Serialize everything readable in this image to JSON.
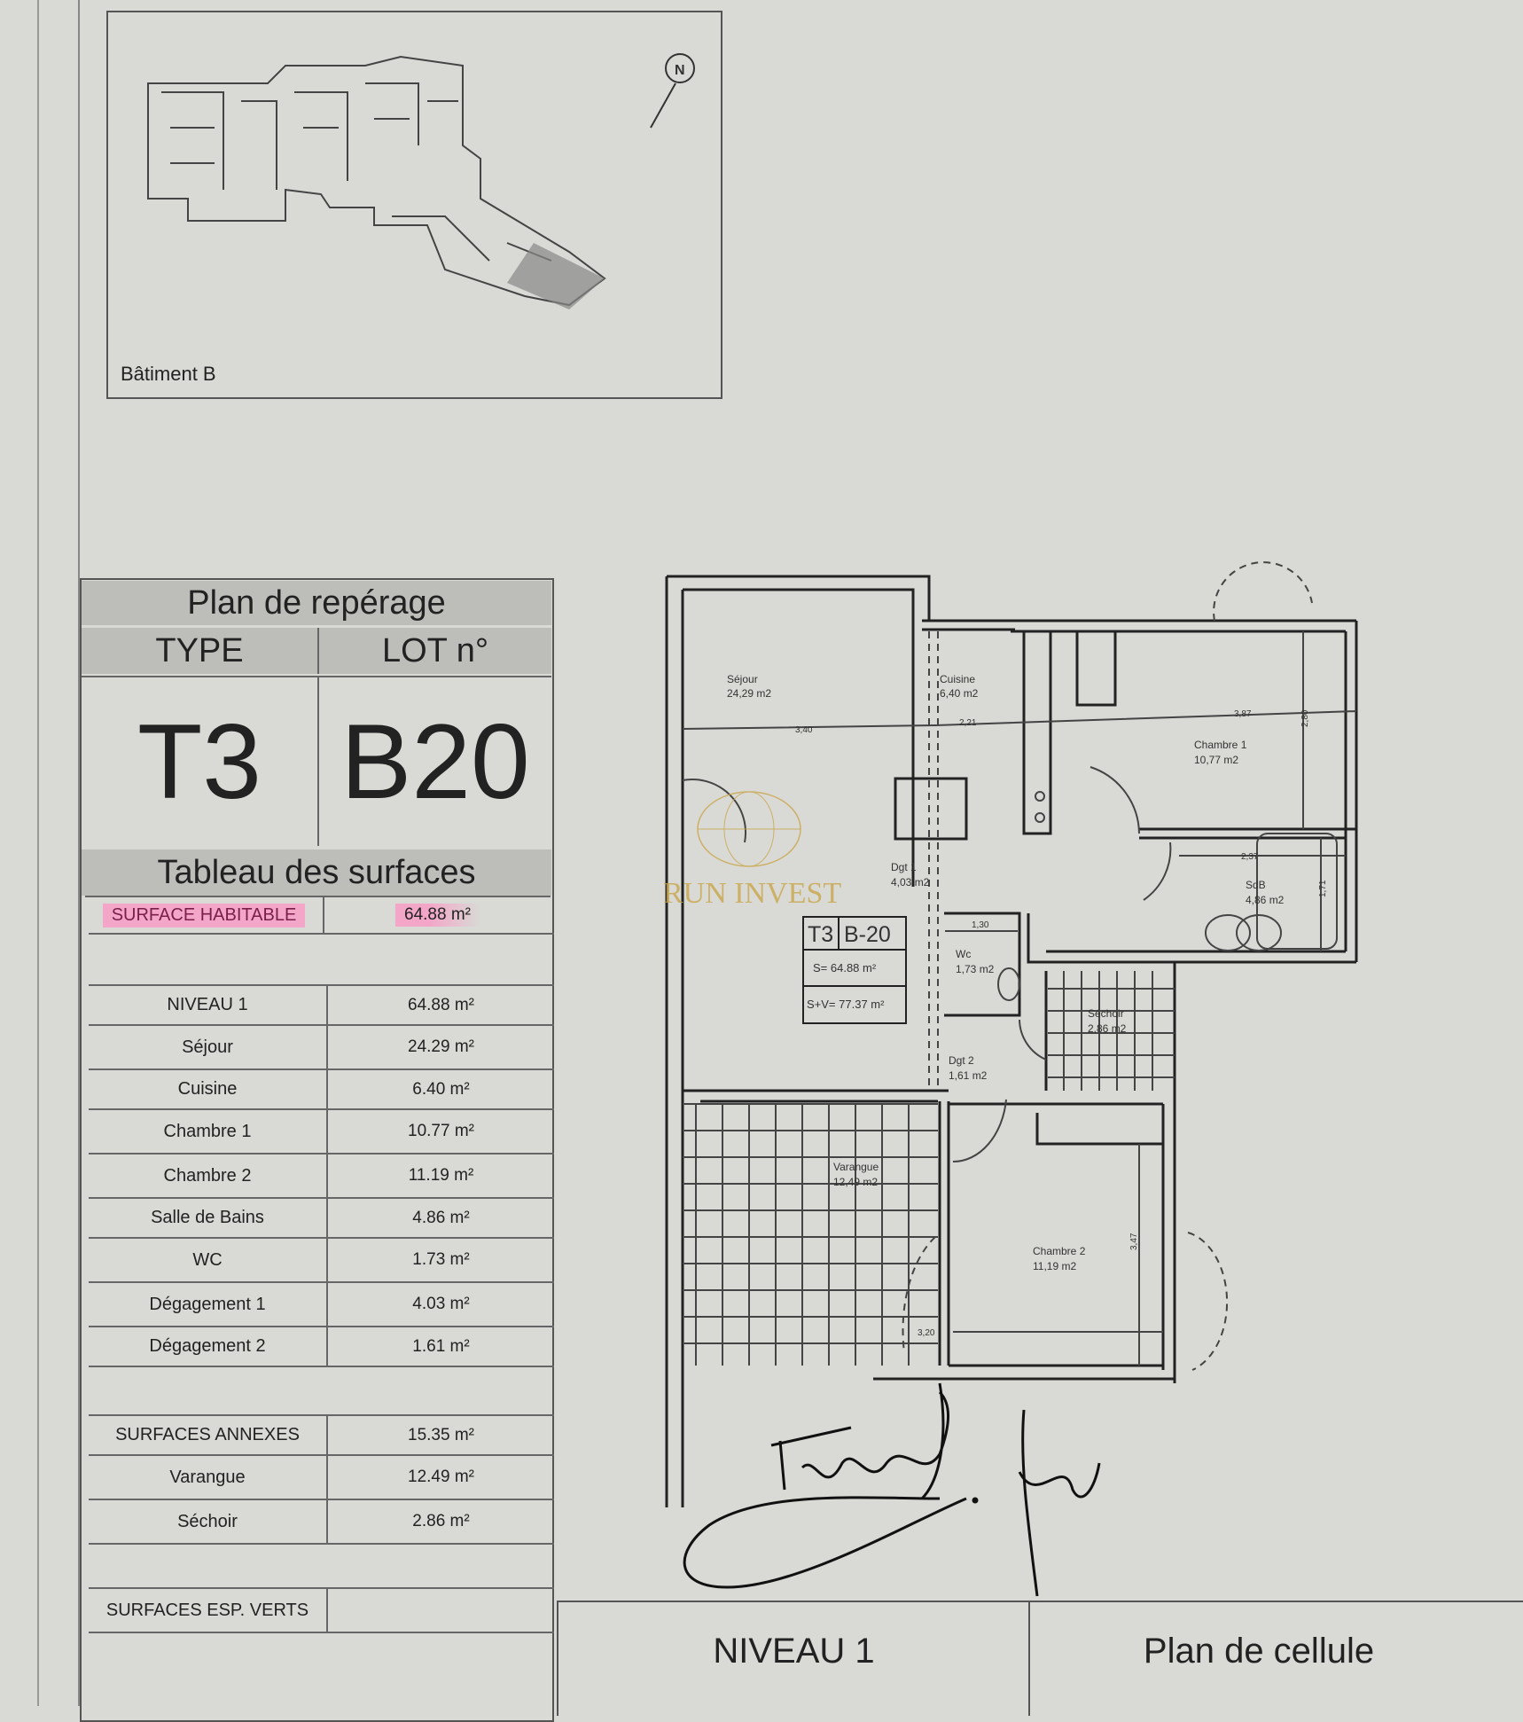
{
  "site_plan": {
    "building_label": "Bâtiment B",
    "north_label": "N"
  },
  "reperage": {
    "title": "Plan de repérage",
    "type_header": "TYPE",
    "lot_header": "LOT n°",
    "type_value": "T3",
    "lot_value": "B20"
  },
  "surfaces": {
    "title": "Tableau des surfaces",
    "habitable": {
      "label": "SURFACE HABITABLE",
      "value": "64.88 m²",
      "highlight_color": "#f4a6c8"
    },
    "rows": [
      {
        "label": "NIVEAU 1",
        "value": "64.88 m²"
      },
      {
        "label": "Séjour",
        "value": "24.29 m²"
      },
      {
        "label": "Cuisine",
        "value": "6.40 m²"
      },
      {
        "label": "Chambre 1",
        "value": "10.77 m²"
      },
      {
        "label": "Chambre 2",
        "value": "11.19 m²"
      },
      {
        "label": "Salle de Bains",
        "value": "4.86 m²"
      },
      {
        "label": "WC",
        "value": "1.73 m²"
      },
      {
        "label": "Dégagement 1",
        "value": "4.03 m²"
      },
      {
        "label": "Dégagement 2",
        "value": "1.61 m²"
      }
    ],
    "annexes": [
      {
        "label": "SURFACES ANNEXES",
        "value": "15.35 m²"
      },
      {
        "label": "Varangue",
        "value": "12.49 m²"
      },
      {
        "label": "Séchoir",
        "value": "2.86 m²"
      }
    ],
    "esp_verts": {
      "label": "SURFACES ESP. VERTS",
      "value": ""
    }
  },
  "plan": {
    "rooms": {
      "sejour": {
        "name": "Séjour",
        "area": "24,29 m2"
      },
      "cuisine": {
        "name": "Cuisine",
        "area": "6,40 m2"
      },
      "chambre1": {
        "name": "Chambre 1",
        "area": "10,77 m2"
      },
      "dgt1": {
        "name": "Dgt 1",
        "area": "4,03 m2"
      },
      "sdb": {
        "name": "SdB",
        "area": "4,86 m2"
      },
      "wc": {
        "name": "Wc",
        "area": "1,73 m2"
      },
      "sechoir": {
        "name": "Séchoir",
        "area": "2,86 m2"
      },
      "dgt2": {
        "name": "Dgt 2",
        "area": "1,61 m2"
      },
      "varangue": {
        "name": "Varangue",
        "area": "12,49 m2"
      },
      "chambre2": {
        "name": "Chambre 2",
        "area": "11,19 m2"
      }
    },
    "dimensions": {
      "d1": "3,40",
      "d2": "2,21",
      "d3": "3,87",
      "d4": "2,80",
      "d5": "2,37",
      "d6": "1,71",
      "d7": "1,30",
      "d8": "3,20",
      "d9": "3,47"
    },
    "cartouche": {
      "type": "T3",
      "lot": "B-20",
      "s": "S= 64.88 m²",
      "sv": "S+V= 77.37 m²"
    },
    "watermark": {
      "text": "RUN INVEST",
      "color": "#c9a64a"
    }
  },
  "footer": {
    "level": "NIVEAU 1",
    "title": "Plan de cellule"
  }
}
